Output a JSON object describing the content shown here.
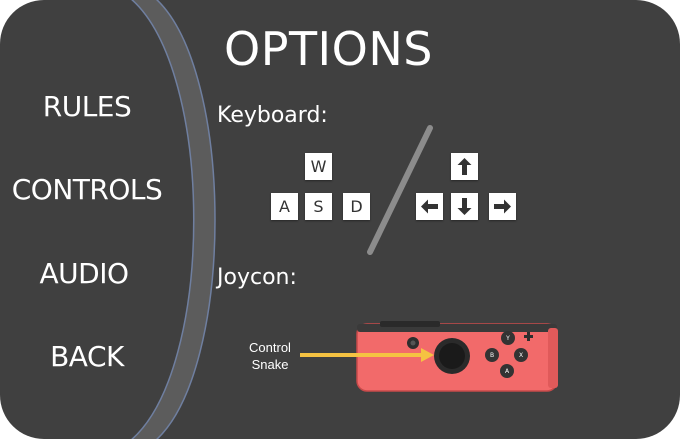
{
  "title": "OPTIONS",
  "menu": {
    "items": [
      {
        "label": "RULES"
      },
      {
        "label": "CONTROLS"
      },
      {
        "label": "AUDIO"
      },
      {
        "label": "BACK"
      }
    ]
  },
  "keyboard": {
    "label": "Keyboard:",
    "wasd": {
      "up": "W",
      "left": "A",
      "down": "S",
      "right": "D"
    },
    "arrows": [
      "arrow-up-icon",
      "arrow-left-icon",
      "arrow-down-icon",
      "arrow-right-icon"
    ]
  },
  "joycon": {
    "label": "Joycon:",
    "annotation_line1": "Control",
    "annotation_line2": "Snake",
    "buttons": [
      "X",
      "Y",
      "A",
      "B"
    ]
  },
  "colors": {
    "panel": "#404040",
    "divider": "#5c5c5c",
    "joycon": "#f26a6a",
    "pointer": "#f5c242"
  }
}
